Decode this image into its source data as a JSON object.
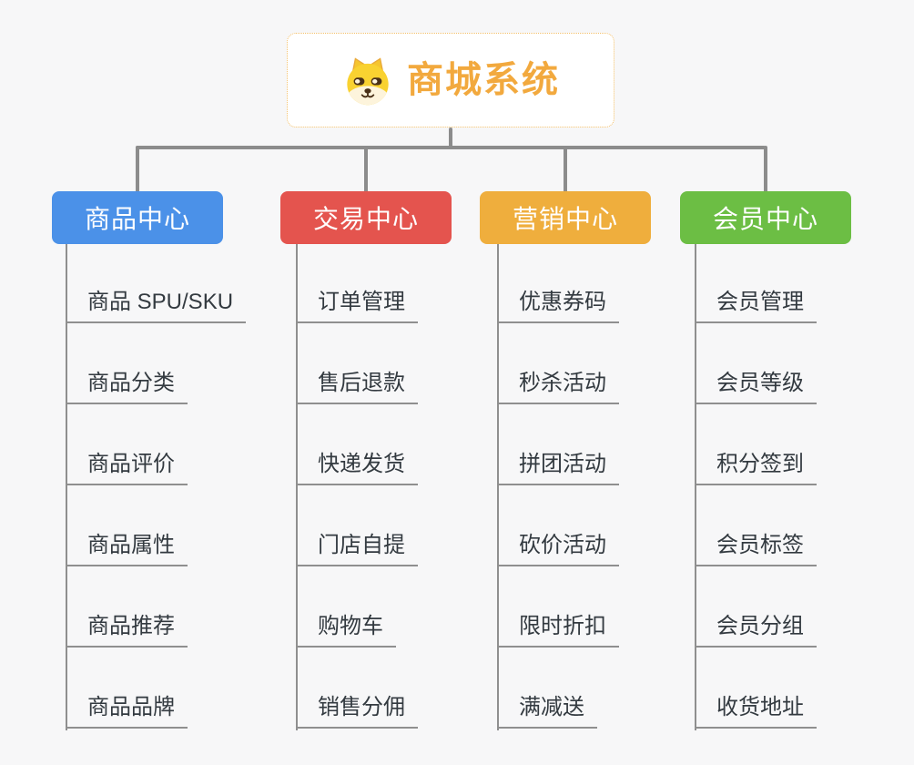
{
  "root": {
    "title": "商城系统",
    "logo_icon": "dog-face-icon",
    "title_color": "#f2a93e",
    "border_color": "#f4c06a"
  },
  "connector_color": "#8c8c8c",
  "branches": [
    {
      "label": "商品中心",
      "color": "#4b91e8",
      "items": [
        "商品 SPU/SKU",
        "商品分类",
        "商品评价",
        "商品属性",
        "商品推荐",
        "商品品牌"
      ]
    },
    {
      "label": "交易中心",
      "color": "#e4544e",
      "items": [
        "订单管理",
        "售后退款",
        "快递发货",
        "门店自提",
        "购物车",
        "销售分佣"
      ]
    },
    {
      "label": "营销中心",
      "color": "#efae3d",
      "items": [
        "优惠券码",
        "秒杀活动",
        "拼团活动",
        "砍价活动",
        "限时折扣",
        "满减送"
      ]
    },
    {
      "label": "会员中心",
      "color": "#6cbe44",
      "items": [
        "会员管理",
        "会员等级",
        "积分签到",
        "会员标签",
        "会员分组",
        "收货地址"
      ]
    }
  ]
}
